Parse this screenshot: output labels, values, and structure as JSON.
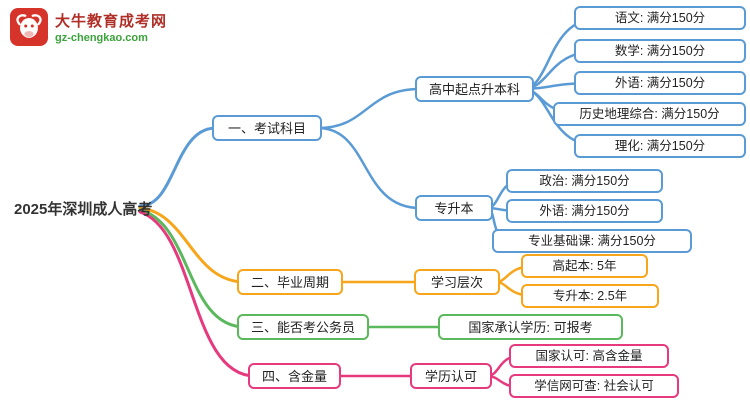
{
  "logo": {
    "title": "大牛教育成考网",
    "url": "gz-chengkao.com",
    "icon": "bull-icon"
  },
  "root": {
    "label": "2025年深圳成人高考"
  },
  "colors": {
    "blue": "#5B9BD5",
    "orange": "#F7A61B",
    "green": "#5CB85C",
    "pink": "#E6397E",
    "logo_red": "#D6342A",
    "logo_green": "#3AA33A"
  },
  "branches": [
    {
      "label": "一、考试科目",
      "color": "#5B9BD5",
      "children": [
        {
          "label": "高中起点升本科",
          "children": [
            {
              "label": "语文: 满分150分"
            },
            {
              "label": "数学: 满分150分"
            },
            {
              "label": "外语: 满分150分"
            },
            {
              "label": "历史地理综合: 满分150分"
            },
            {
              "label": "理化: 满分150分"
            }
          ]
        },
        {
          "label": "专升本",
          "children": [
            {
              "label": "政治: 满分150分"
            },
            {
              "label": "外语: 满分150分"
            },
            {
              "label": "专业基础课: 满分150分"
            }
          ]
        }
      ]
    },
    {
      "label": "二、毕业周期",
      "color": "#F7A61B",
      "children": [
        {
          "label": "学习层次",
          "children": [
            {
              "label": "高起本: 5年"
            },
            {
              "label": "专升本: 2.5年"
            }
          ]
        }
      ]
    },
    {
      "label": "三、能否考公务员",
      "color": "#5CB85C",
      "children": [
        {
          "label": "国家承认学历: 可报考"
        }
      ]
    },
    {
      "label": "四、含金量",
      "color": "#E6397E",
      "children": [
        {
          "label": "学历认可",
          "children": [
            {
              "label": "国家认可: 高含金量"
            },
            {
              "label": "学信网可查: 社会认可"
            }
          ]
        }
      ]
    }
  ]
}
